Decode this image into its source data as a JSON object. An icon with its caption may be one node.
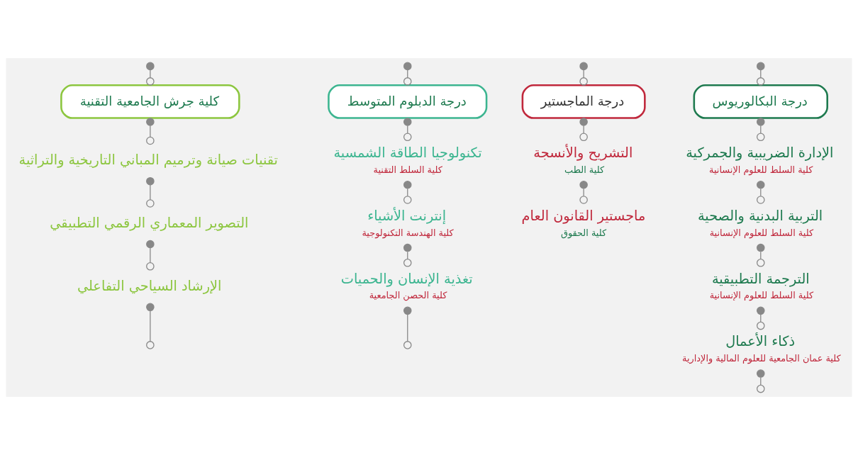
{
  "diagram": {
    "nodes": [
      {
        "text": [
          "درجة البكالوريوس"
        ]
      },
      {
        "text": [
          "الإدارة الضريبية والجمركية",
          "كلية السلط للعلوم الإنسانية"
        ]
      },
      {
        "text": [
          "التربية البدنية والصحية",
          "كلية السلط للعلوم الإنسانية"
        ]
      },
      {
        "text": [
          "الترجمة التطبيقية",
          "كلية السلط للعلوم الإنسانية"
        ]
      },
      {
        "text": [
          "ذكاء الأعمال",
          "كلية عمان الجامعية للعلوم المالية والإدارية"
        ]
      },
      {
        "text": [
          "درجة الماجستير"
        ]
      },
      {
        "text": [
          "التشريح والأنسجة",
          "كلية الطب"
        ]
      },
      {
        "text": [
          "ماجستير القانون العام",
          "كلية الحقوق"
        ]
      },
      {
        "text": [
          "درجة الدبلوم المتوسط"
        ]
      },
      {
        "text": [
          "تكنولوجيا الطاقة الشمسية",
          "كلية السلط التقنية"
        ]
      },
      {
        "text": [
          "إنترنت الأشياء",
          "كلية الهندسة التكنولوجية"
        ]
      },
      {
        "text": [
          "تغذية الإنسان والحميات",
          "كلية الحصن الجامعية"
        ]
      },
      {
        "text": [
          "كلية جرش الجامعية التقنية"
        ]
      },
      {
        "text": [
          "تقنيات صيانة وترميم المباني التاريخية والتراثية"
        ]
      },
      {
        "text": [
          "التصوير المعماري الرقمي التطبيقي"
        ]
      },
      {
        "text": [
          "الإرشاد السياحي التفاعلي"
        ]
      }
    ],
    "edges": [
      {
        "from": null,
        "to": 0,
        "arrow": "other"
      },
      {
        "from": null,
        "to": 5,
        "arrow": "other"
      },
      {
        "from": null,
        "to": 8,
        "arrow": "other"
      },
      {
        "from": null,
        "to": 12,
        "arrow": "other"
      },
      {
        "from": 0,
        "to": 1,
        "arrow": "other"
      },
      {
        "from": 1,
        "to": 2,
        "arrow": "other"
      },
      {
        "from": 2,
        "to": 3,
        "arrow": "other"
      },
      {
        "from": 3,
        "to": 4,
        "arrow": "other"
      },
      {
        "from": 4,
        "to": null,
        "arrow": "other"
      },
      {
        "from": 5,
        "to": 6,
        "arrow": "other"
      },
      {
        "from": 6,
        "to": 7,
        "arrow": "other"
      },
      {
        "from": 8,
        "to": 9,
        "arrow": "other"
      },
      {
        "from": 9,
        "to": 10,
        "arrow": "other"
      },
      {
        "from": 10,
        "to": 11,
        "arrow": "other"
      },
      {
        "from": 11,
        "to": null,
        "arrow": "other"
      },
      {
        "from": 12,
        "to": 13,
        "arrow": "other"
      },
      {
        "from": 13,
        "to": 14,
        "arrow": "other"
      },
      {
        "from": 14,
        "to": 15,
        "arrow": "other"
      },
      {
        "from": 15,
        "to": null,
        "arrow": "other"
      }
    ]
  }
}
